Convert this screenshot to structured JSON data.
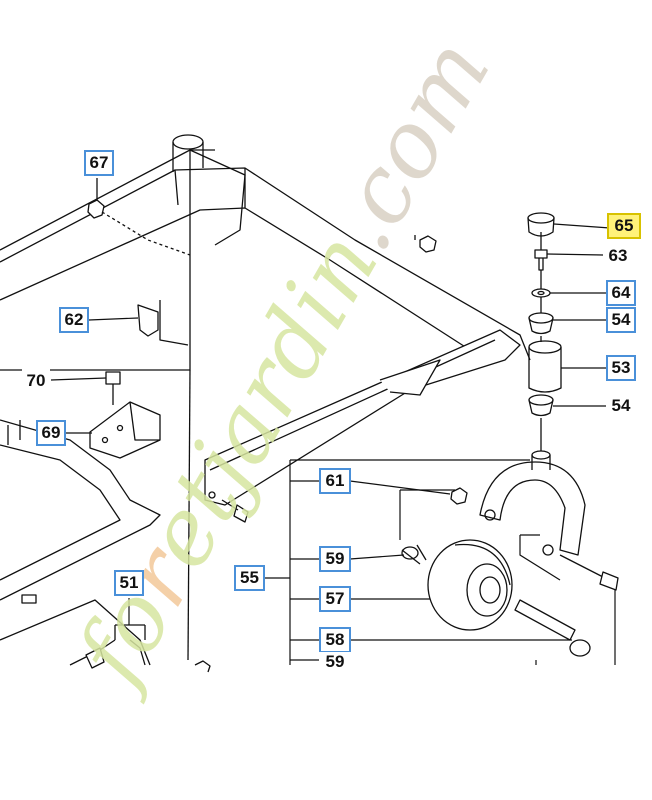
{
  "callouts": {
    "c67": "67",
    "c62": "62",
    "c70": "70",
    "c69": "69",
    "c51": "51",
    "c65": "65",
    "c63": "63",
    "c64": "64",
    "c54a": "54",
    "c53": "53",
    "c54b": "54",
    "c61": "61",
    "c55": "55",
    "c59a": "59",
    "c57": "57",
    "c58": "58",
    "c59b": "59"
  },
  "watermark": {
    "text": "foretjardin.com",
    "colors": [
      "#d7e6a0",
      "#f3c89a",
      "#d9d1c4"
    ]
  },
  "colors": {
    "callout_border": "#4a90d9",
    "highlight_fill": "#fff27a",
    "highlight_border": "#d8c200",
    "line": "#111111"
  }
}
